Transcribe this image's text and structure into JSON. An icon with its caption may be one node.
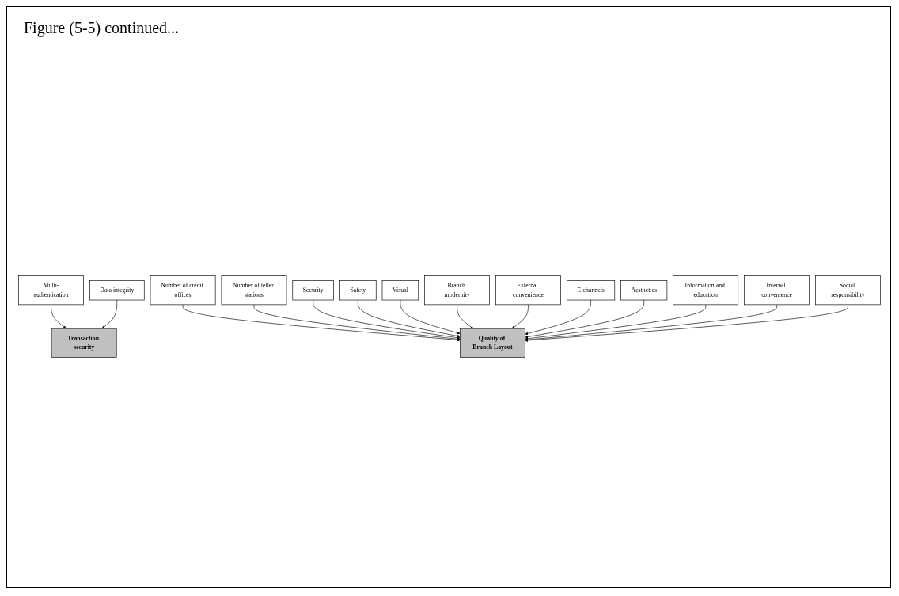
{
  "diagram": {
    "title": "Figure (5-5) continued...",
    "nodes": [
      {
        "text": [
          "Multi-authentication"
        ]
      },
      {
        "text": [
          "Transaction security"
        ]
      },
      {
        "text": [
          "Data integrity"
        ]
      },
      {
        "text": [
          "Number of credit offices"
        ]
      },
      {
        "text": [
          "Number of teller stations"
        ]
      },
      {
        "text": [
          "Security"
        ]
      },
      {
        "text": [
          "Safety"
        ]
      },
      {
        "text": [
          "Visual"
        ]
      },
      {
        "text": [
          "Quality of Branch Layout"
        ]
      },
      {
        "text": [
          "Branch modernity"
        ]
      },
      {
        "text": [
          "External convenience"
        ]
      },
      {
        "text": [
          "E-channels"
        ]
      },
      {
        "text": [
          "Aesthetics"
        ]
      },
      {
        "text": [
          "Information and education"
        ]
      },
      {
        "text": [
          "Internal convenience"
        ]
      },
      {
        "text": [
          "Social responsibility"
        ]
      }
    ],
    "edges": [
      {
        "from": 0,
        "to": 1,
        "arrow": "to"
      },
      {
        "from": 2,
        "to": 1,
        "arrow": "to"
      },
      {
        "from": 3,
        "to": 8,
        "arrow": "to"
      },
      {
        "from": 4,
        "to": 8,
        "arrow": "to"
      },
      {
        "from": 5,
        "to": 8,
        "arrow": "to"
      },
      {
        "from": 6,
        "to": 8,
        "arrow": "to"
      },
      {
        "from": 7,
        "to": 8,
        "arrow": "to"
      },
      {
        "from": 9,
        "to": 8,
        "arrow": "to"
      },
      {
        "from": 10,
        "to": 8,
        "arrow": "to"
      },
      {
        "from": 11,
        "to": 8,
        "arrow": "to"
      },
      {
        "from": 12,
        "to": 8,
        "arrow": "to"
      },
      {
        "from": 13,
        "to": 8,
        "arrow": "to"
      },
      {
        "from": 14,
        "to": 8,
        "arrow": "to"
      },
      {
        "from": 15,
        "to": 8,
        "arrow": "to"
      }
    ]
  }
}
